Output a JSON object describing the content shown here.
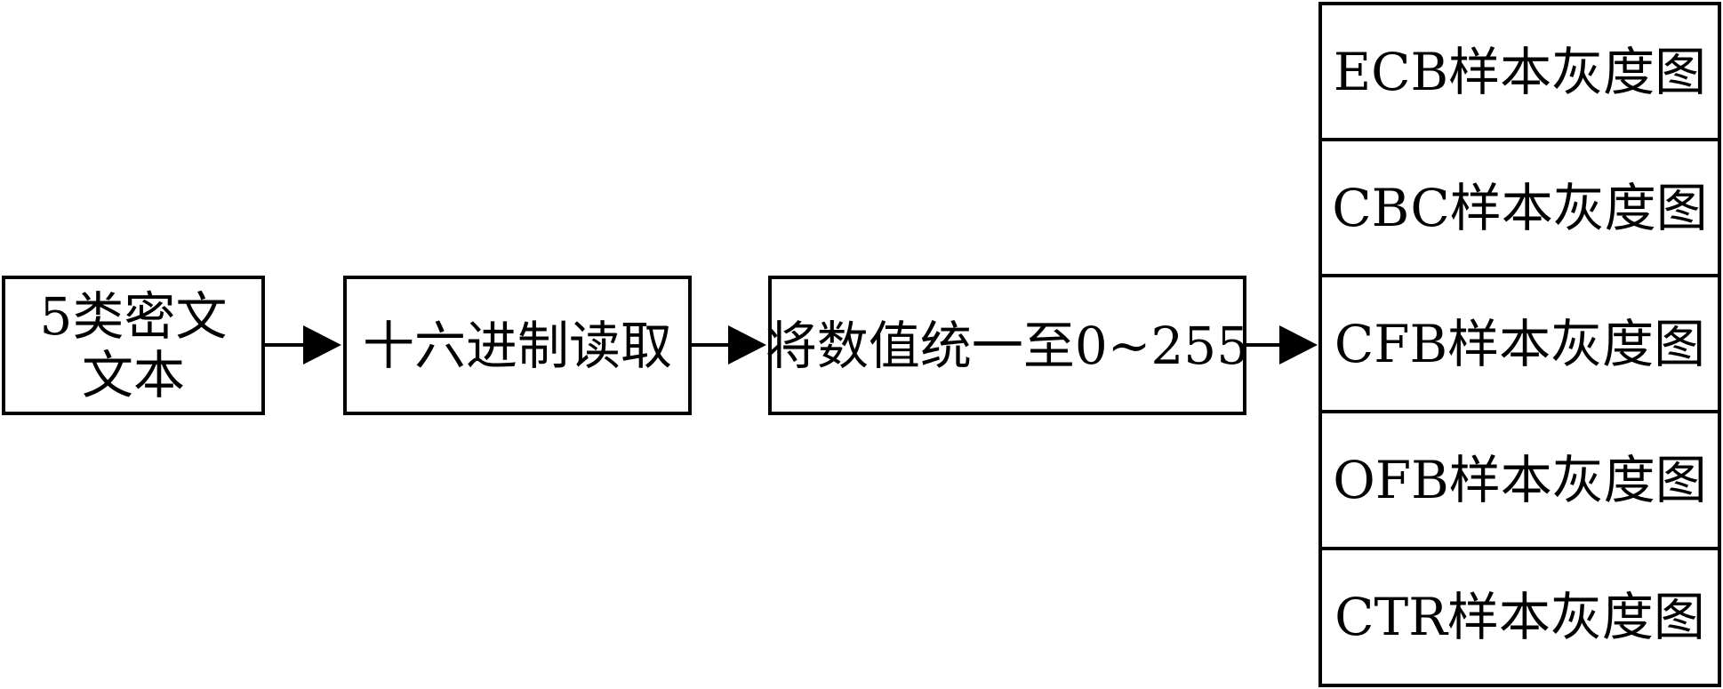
{
  "diagram": {
    "source": {
      "line1": "5类密文",
      "line2": "文本"
    },
    "hex_read": "十六进制读取",
    "normalize": "将数值统一至0~255",
    "outputs": [
      {
        "label": "ECB样本灰度图"
      },
      {
        "label": "CBC样本灰度图"
      },
      {
        "label": "CFB样本灰度图"
      },
      {
        "label": "OFB样本灰度图"
      },
      {
        "label": "CTR样本灰度图"
      }
    ]
  }
}
